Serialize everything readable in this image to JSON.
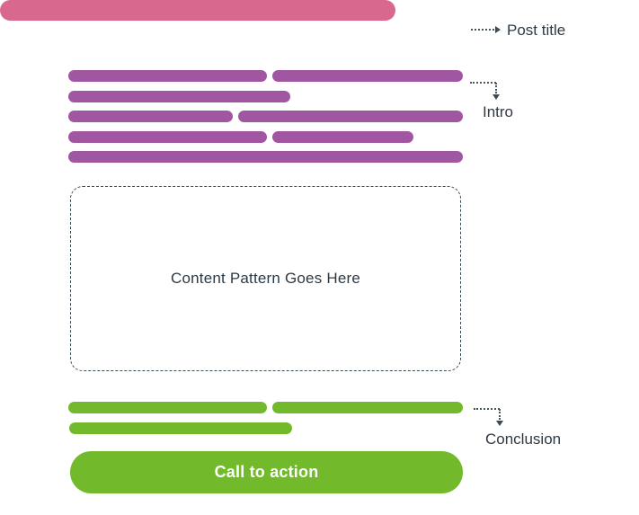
{
  "labels": {
    "post_title": "Post title",
    "intro": "Intro",
    "conclusion": "Conclusion"
  },
  "content_box": {
    "text": "Content Pattern Goes Here"
  },
  "cta": {
    "label": "Call to action"
  },
  "colors": {
    "post_title_bar": "#d9688f",
    "intro_bar": "#a156a2",
    "conclusion_bar": "#72ba2c",
    "cta_button": "#72ba2c",
    "cta_text": "#ffffff",
    "annotation_text": "#2c3a45",
    "dashed_outline": "#3c4b54",
    "page_bg": "#ffffff"
  }
}
